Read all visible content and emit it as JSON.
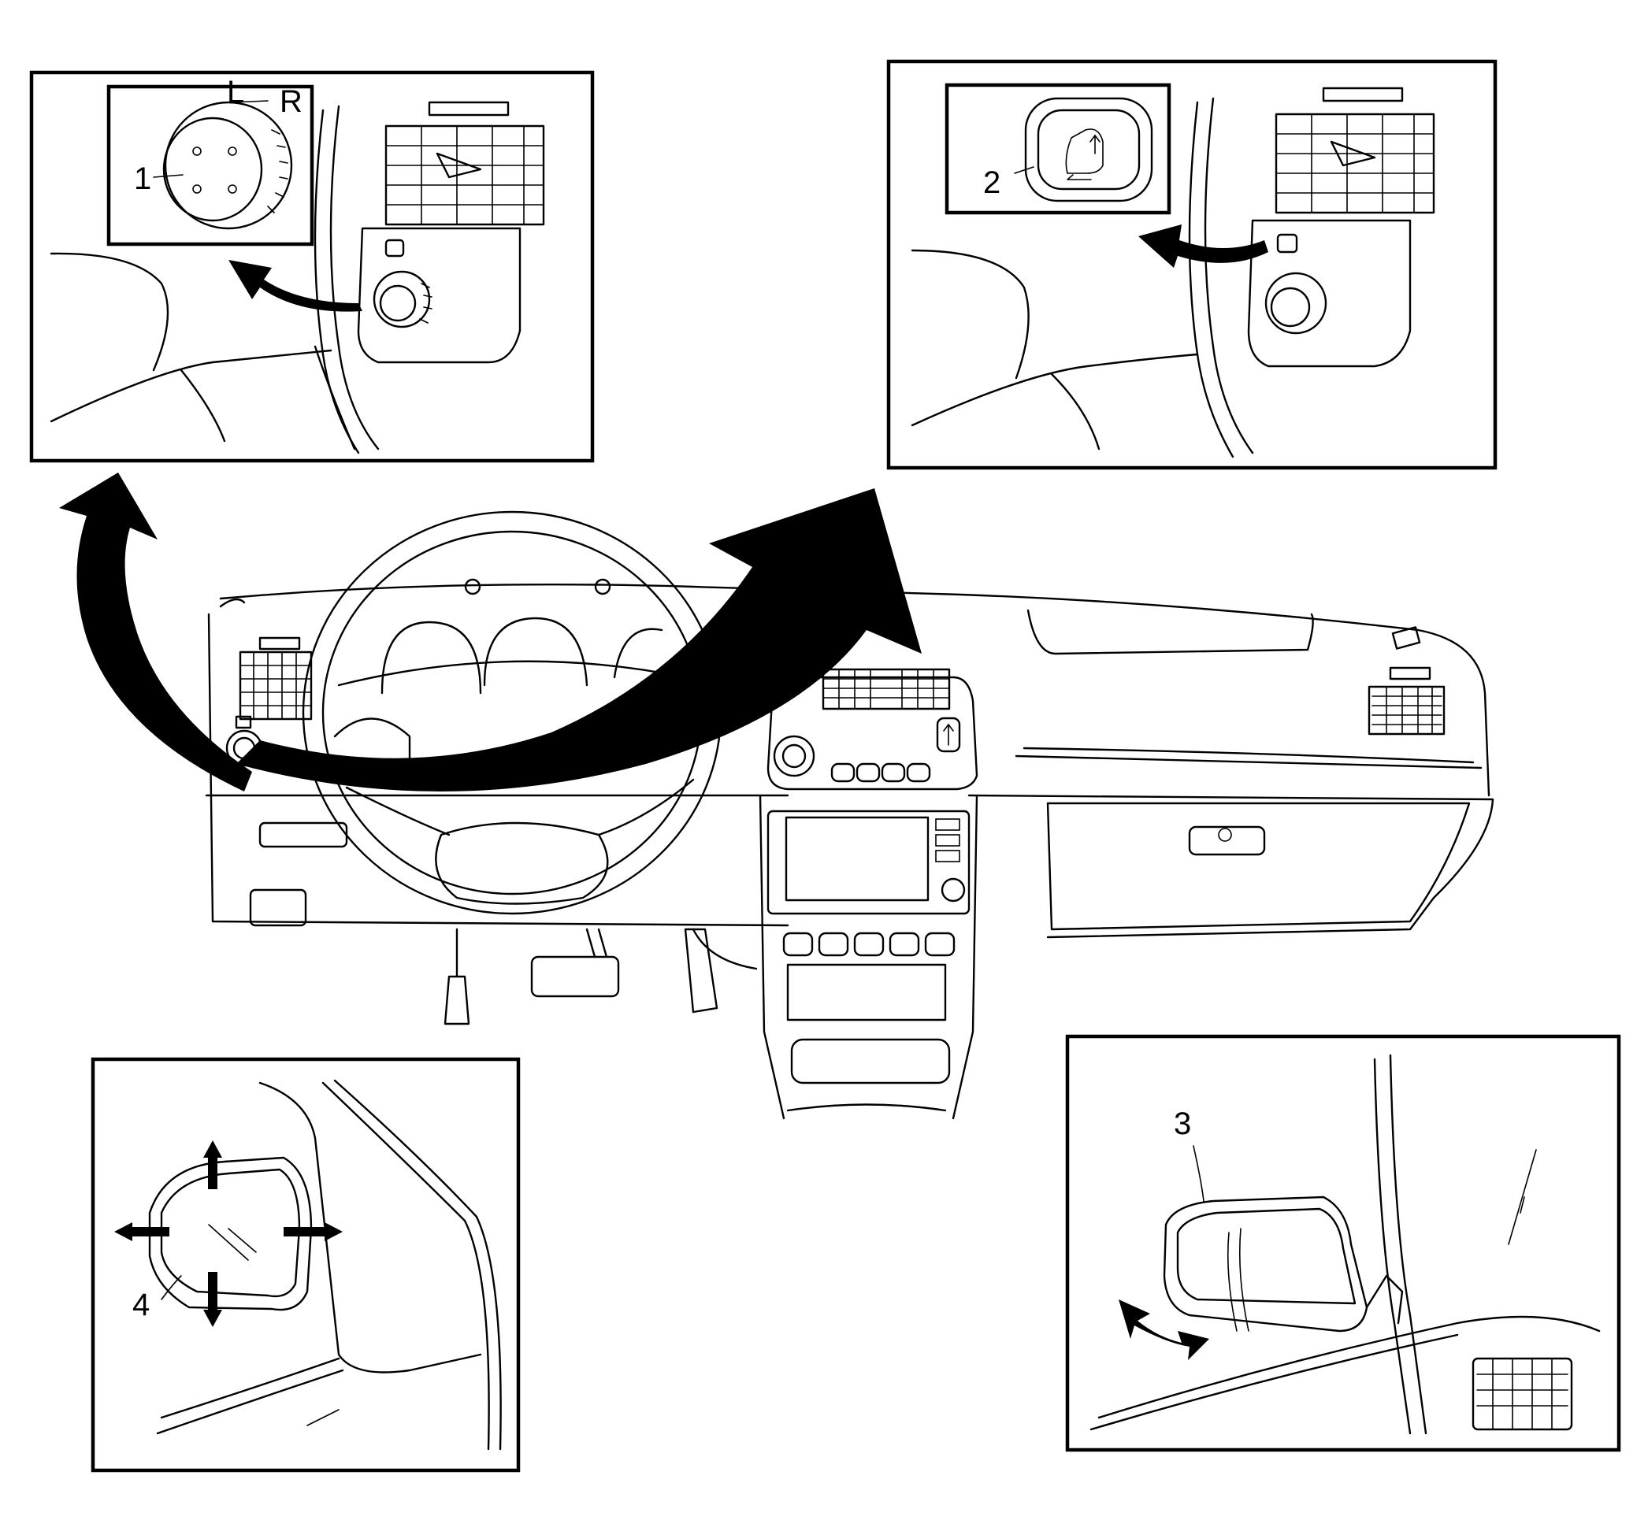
{
  "callouts": [
    {
      "id": "1",
      "text": "1"
    },
    {
      "id": "2",
      "text": "2"
    },
    {
      "id": "3",
      "text": "3"
    },
    {
      "id": "4",
      "text": "4"
    }
  ],
  "switch_marks": {
    "left": "L",
    "right": "R"
  },
  "colors": {
    "ink": "#000000",
    "paper": "#ffffff"
  }
}
